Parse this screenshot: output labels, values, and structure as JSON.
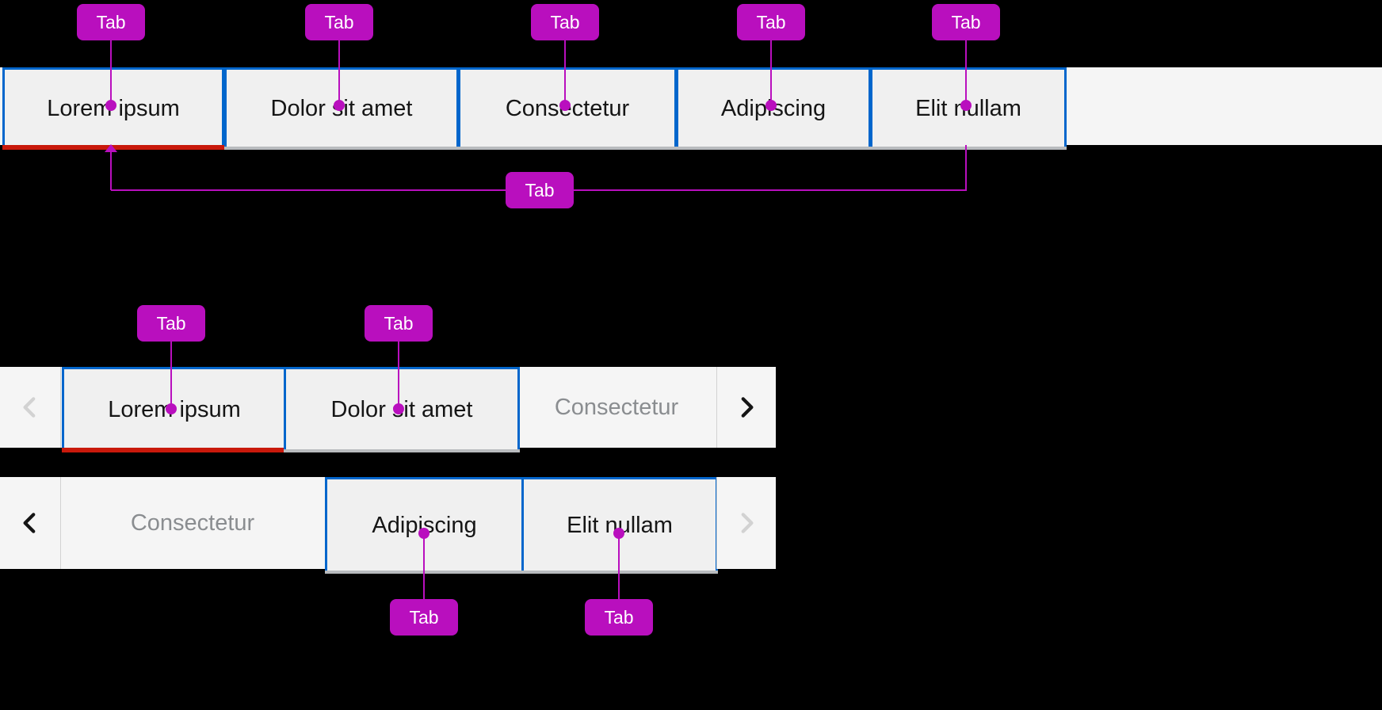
{
  "annotation": {
    "label": "Tab"
  },
  "colors": {
    "annotation": "#b90fbe",
    "tab_border": "#0066cc",
    "active_indicator": "#c9190b",
    "inactive_indicator": "#b8bbbe",
    "tab_bg": "#f0f0f0",
    "bar_bg": "#f5f5f5",
    "text": "#151515",
    "overflow_text": "#8a8d90",
    "disabled_icon": "#d2d2d2",
    "enabled_icon": "#151515",
    "page_bg": "#000000"
  },
  "icons": {
    "scroll_left": "chevron-left",
    "scroll_right": "chevron-right",
    "annotation_pointer": "arrow-up"
  },
  "example_full": {
    "tabs": [
      {
        "label": "Lorem ipsum",
        "state": "active"
      },
      {
        "label": "Dolor sit amet",
        "state": "default"
      },
      {
        "label": "Consectetur",
        "state": "default"
      },
      {
        "label": "Adipiscing",
        "state": "default"
      },
      {
        "label": "Elit nullam",
        "state": "default"
      }
    ]
  },
  "example_overflow_start": {
    "tabs": [
      {
        "label": "Lorem ipsum",
        "state": "active"
      },
      {
        "label": "Dolor sit amet",
        "state": "default"
      },
      {
        "label": "Consectetur",
        "state": "overflow"
      }
    ],
    "scroll_left": {
      "disabled": true
    },
    "scroll_right": {
      "disabled": false
    }
  },
  "example_overflow_end": {
    "tabs": [
      {
        "label": "Consectetur",
        "state": "overflow"
      },
      {
        "label": "Adipiscing",
        "state": "default"
      },
      {
        "label": "Elit nullam",
        "state": "default"
      }
    ],
    "scroll_left": {
      "disabled": false
    },
    "scroll_right": {
      "disabled": true
    }
  }
}
